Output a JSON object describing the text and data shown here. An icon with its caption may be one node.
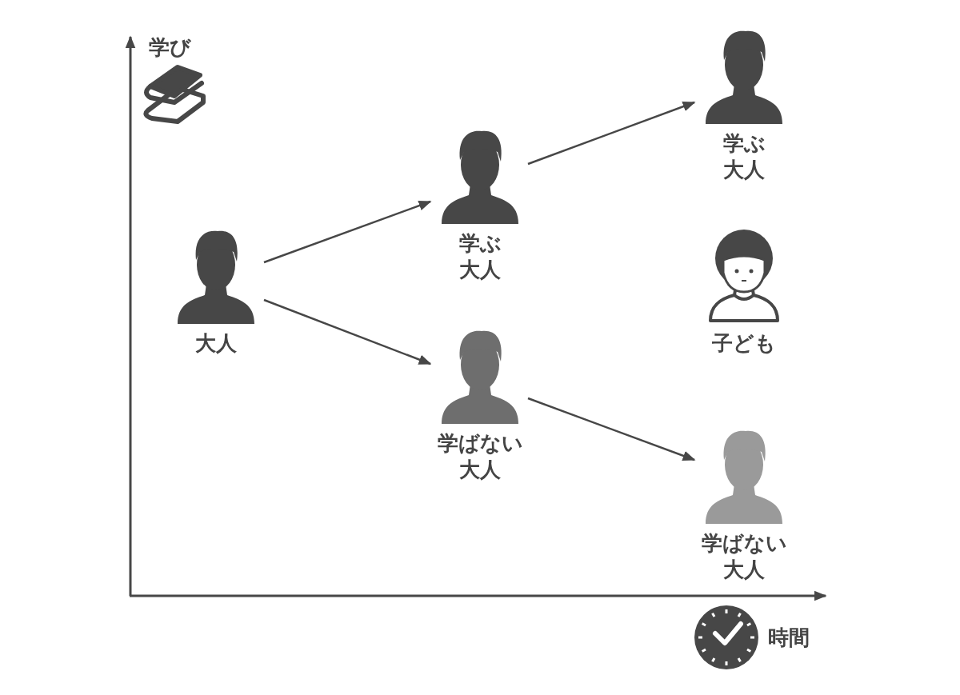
{
  "diagram": {
    "nodes": [
      {
        "text": [
          "大人"
        ]
      },
      {
        "text": [
          "学ぶ大人"
        ]
      },
      {
        "text": [
          "学ばない大人"
        ]
      },
      {
        "text": [
          "学ぶ大人"
        ]
      },
      {
        "text": [
          "子ども"
        ]
      },
      {
        "text": [
          "学ばない大人"
        ]
      }
    ],
    "edges": [
      {
        "from": 0,
        "to": 1,
        "arrow": "to"
      },
      {
        "from": 0,
        "to": 2,
        "arrow": "to"
      },
      {
        "from": 1,
        "to": 3,
        "arrow": "to"
      },
      {
        "from": 2,
        "to": 5,
        "arrow": "to"
      }
    ],
    "labels": [
      "学び",
      "時間"
    ]
  }
}
